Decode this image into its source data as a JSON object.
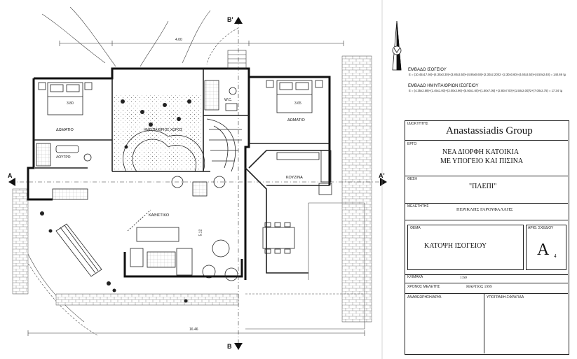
{
  "plan": {
    "rooms": {
      "bedroom_left": "ΔΩΜΑΤΙΟ",
      "bedroom_right": "ΔΩΜΑΤΙΟ",
      "atrium": "ΗΜΙΥΠΑΙΘΡΙΟΣ ΧΩΡΟΣ",
      "living": "ΚΑΘΙΣΤΙΚΟ",
      "kitchen": "ΚΟΥΖΙΝΑ",
      "bath": "ΛΟΥΤΡΟ",
      "wc": "W.C."
    },
    "section_marks": {
      "b_top": "B'",
      "b_bottom": "B",
      "a_left": "A",
      "a_right": "A'"
    },
    "dims": {
      "top": "4.00",
      "bottom": "16.46",
      "left_bed": "3.80",
      "right_bed": "3.65",
      "living_v": "5.12"
    }
  },
  "notes": {
    "ground_area_title": "ΕΜΒΑΔΟ ΙΣΟΓΕΙΟΥ",
    "ground_area_formula": "E = (10.45x17.94)+(4.35x3.30)+(3.80x3.50)+(4.95x0.60)+(2.30x2.20)/2 -(2.30x0.60)-(4.60x3.50)+(4.50x2.40) = 140.69 τμ",
    "semi_area_title": "ΕΜΒΑΔΟ ΗΜΙΥΠΑΙΘΡΙΩΝ ΙΣΟΓΕΙΟΥ",
    "semi_area_formula": "E = (4.35x2.58)+(1.45x1.00)+(3.00x3.96)+(5.50x1.60)+(1.50x7.05) +(2.80x7.00)+(1.50x2.00)/2+(7.00x2.75) = 17.34 τμ"
  },
  "title_block": {
    "owner_label": "ΙΔΙΟΚΤΗΤΗΣ",
    "owner": "Anastassiadis Group",
    "project_label": "ΕΡΓΟ",
    "project_line1": "ΝΕΑ ΔΙΟΡΦΗ ΚΑΤΟΙΚΙΑ",
    "project_line2": "ΜΕ ΥΠΟΓΕΙΟ ΚΑΙ ΠΙΣΙΝΑ",
    "location_label": "ΘΕΣΗ",
    "location": "\"ΠΛΕΠΙ\"",
    "designer_label": "ΜΕΛΕΤΗΤΗΣ",
    "designer": "ΠΕΡΙΚΛΗΣ ΓΑΡΟΥΦΑΛΛΗΣ",
    "subject_label": "ΘΕΜΑ",
    "subject": "ΚΑΤΟΨΗ ΙΣΟΓΕΙΟΥ",
    "sheet_label": "ΑΡΙΘ. ΣΧΕΔΙΟΥ",
    "sheet_letter": "A",
    "sheet_number": "4",
    "scale_label": "ΚΛΙΜΑΚΑ",
    "scale": "1:60",
    "date_label": "ΧΡΟΝΟΣ ΜΕΛΕΤΗΣ",
    "date": "ΜΑΡΤΙΟΣ 1999",
    "check_label": "ΑΝΑΘΕΩΡΗΣΗ/ΑΡΙΘ.",
    "sign_label": "ΥΠΟΓΡΑΦΗ-ΣΦΡΑΓΙΔΑ"
  }
}
